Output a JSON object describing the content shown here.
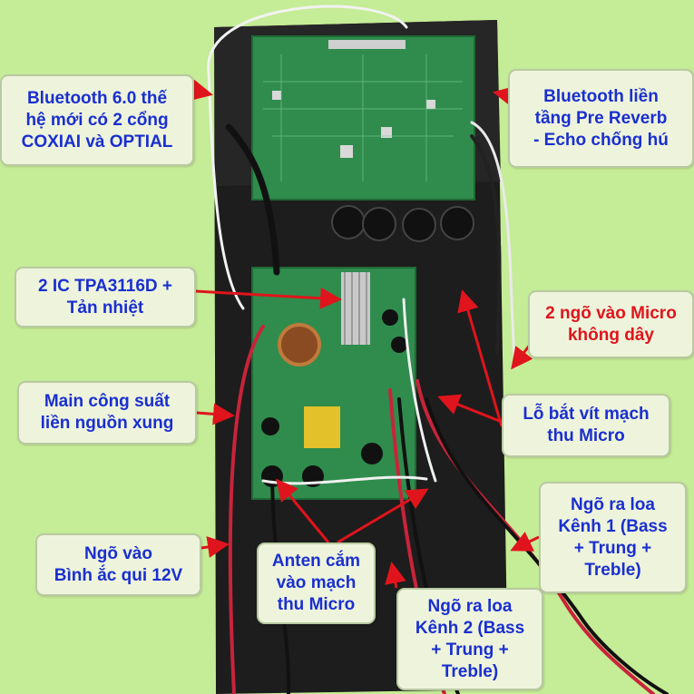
{
  "labels": {
    "bluetooth_coaxial": [
      "Bluetooth 6.0 thế",
      "hệ mới có 2 cổng",
      "COXIAI và OPTIAL"
    ],
    "bluetooth_reverb": [
      "Bluetooth liền",
      "tầng Pre Reverb",
      "- Echo chống hú"
    ],
    "ic_amp": [
      "2 IC TPA3116D +",
      "Tản nhiệt"
    ],
    "micro_inputs": [
      "2 ngõ vào Micro",
      "không dây"
    ],
    "main_power": [
      "Main công suất",
      "liền nguồn xung"
    ],
    "screw_holes": [
      "Lỗ bắt vít mạch",
      "thu Micro"
    ],
    "speaker_ch1": [
      "Ngõ ra loa",
      "Kênh 1 (Bass",
      "+ Trung +",
      "Treble)"
    ],
    "battery_input": [
      "Ngõ vào",
      "Bình ắc qui 12V"
    ],
    "antenna": [
      "Anten cắm",
      "vào mạch",
      "thu Micro"
    ],
    "speaker_ch2": [
      "Ngõ ra loa",
      "Kênh 2 (Bass",
      "+ Trung +",
      "Treble)"
    ]
  },
  "colors": {
    "background": "#c5ec96",
    "label_text": "#1a2fd0",
    "label_alert_text": "#e0141c",
    "arrow": "#e0141c",
    "panel": "#1c1c1c",
    "pcb": "#2e8a4a"
  }
}
